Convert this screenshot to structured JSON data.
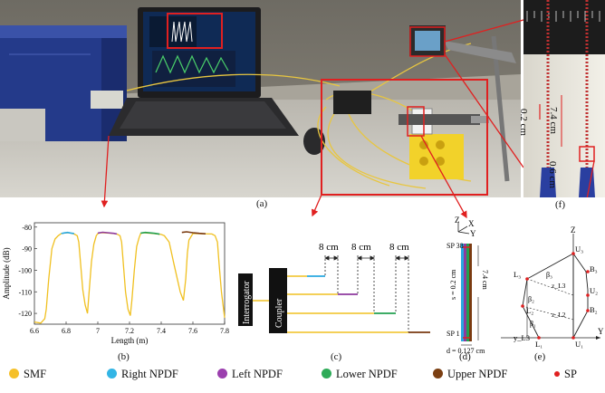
{
  "panel_labels": {
    "a": "(a)",
    "b": "(b)",
    "c": "(c)",
    "d": "(d)",
    "e": "(e)",
    "f": "(f)"
  },
  "photo_f": {
    "len_74": "7.4 cm",
    "len_02": "0.2 cm",
    "len_06": "0.6 cm"
  },
  "chart_data": {
    "type": "line",
    "xlabel": "Length (m)",
    "ylabel": "Amplitude (dB)",
    "xlim": [
      6.6,
      7.8
    ],
    "ylim": [
      -125,
      -78
    ],
    "xticks": [
      "6.6",
      "6.8",
      "7",
      "7.2",
      "7.4",
      "7.6",
      "7.8"
    ],
    "yticks": [
      "-80",
      "-90",
      "-100",
      "-110",
      "-120"
    ],
    "series": [
      {
        "name": "SMF",
        "color": "#f0c020",
        "x": [
          6.6,
          6.64,
          6.665,
          6.675,
          6.69,
          6.71,
          6.73,
          6.75,
          6.77,
          6.79,
          6.81,
          6.83,
          6.85,
          6.87,
          6.88,
          6.89,
          6.905,
          6.92,
          6.935,
          6.945,
          6.96,
          6.975,
          6.99,
          7.0,
          7.01,
          7.02,
          7.06,
          7.1,
          7.12,
          7.14,
          7.15,
          7.16,
          7.175,
          7.19,
          7.205,
          7.215,
          7.23,
          7.245,
          7.26,
          7.27,
          7.28,
          7.29,
          7.31,
          7.35,
          7.4,
          7.42,
          7.45,
          7.48,
          7.52,
          7.54,
          7.555,
          7.565,
          7.575,
          7.6,
          7.72,
          7.74,
          7.755,
          7.765,
          7.78,
          7.8
        ],
        "y": [
          -124,
          -124.5,
          -122.5,
          -118,
          -104,
          -90,
          -85.5,
          -84,
          -83,
          -82.8,
          -82.6,
          -82.8,
          -83.2,
          -84,
          -87,
          -96,
          -109,
          -116,
          -120,
          -110,
          -96,
          -88,
          -84,
          -83,
          -82.8,
          -82.6,
          -82.8,
          -83,
          -83.2,
          -84,
          -87,
          -96,
          -110,
          -118,
          -121,
          -114,
          -100,
          -89,
          -85,
          -83,
          -82.8,
          -82.6,
          -82.8,
          -83,
          -83.4,
          -84,
          -87,
          -97,
          -110,
          -114,
          -104,
          -92,
          -86,
          -83,
          -83.2,
          -84,
          -87,
          -97,
          -110,
          -122
        ]
      },
      {
        "name": "Right NPDF",
        "color": "#29a8e0",
        "x": [
          6.77,
          6.79,
          6.81,
          6.83,
          6.85
        ],
        "y": [
          -83,
          -82.7,
          -82.5,
          -82.8,
          -83
        ]
      },
      {
        "name": "Left NPDF",
        "color": "#8e3a9e",
        "x": [
          7.0,
          7.03,
          7.06,
          7.1,
          7.12
        ],
        "y": [
          -82.8,
          -82.4,
          -82.6,
          -82.9,
          -83.2
        ]
      },
      {
        "name": "Lower NPDF",
        "color": "#22a050",
        "x": [
          7.27,
          7.3,
          7.33,
          7.36,
          7.39
        ],
        "y": [
          -82.8,
          -82.5,
          -82.7,
          -82.9,
          -83.3
        ]
      },
      {
        "name": "Upper NPDF",
        "color": "#7a3a10",
        "x": [
          7.53,
          7.56,
          7.6,
          7.64,
          7.68
        ],
        "y": [
          -82.5,
          -82.2,
          -82.6,
          -82.9,
          -83.1
        ]
      }
    ]
  },
  "diagram_c": {
    "interrogator": "Interrogator",
    "coupler": "Coupler",
    "spacings": [
      "8 cm",
      "8 cm",
      "8 cm"
    ]
  },
  "diagram_d": {
    "z": "Z",
    "x": "X",
    "y": "Y",
    "sp38": "SP 38",
    "sp1": "SP 1",
    "s": "s = 0.2 cm",
    "len": "7.4 cm",
    "d": "d = 0.127 cm"
  },
  "diagram_e": {
    "z": "Z",
    "y": "Y",
    "u3": "U₃",
    "b3": "B₃",
    "u2": "U₂",
    "b2": "B₂",
    "u1": "U₁",
    "l3": "L₃",
    "l2": "L₂",
    "l1": "L₁",
    "beta1": "β₁",
    "beta2": "β₂",
    "beta3": "β₃",
    "zl3": "z_L3",
    "zl2": "z_L2",
    "yl3": "y_L3"
  },
  "legend": [
    {
      "label": "SMF",
      "color": "#f5c02a"
    },
    {
      "label": "Right NPDF",
      "color": "#33b5e5"
    },
    {
      "label": "Left NPDF",
      "color": "#9b3fae"
    },
    {
      "label": "Lower NPDF",
      "color": "#2eab58"
    },
    {
      "label": "Upper NPDF",
      "color": "#7b3f12"
    },
    {
      "label": "SP",
      "color": "#e02020",
      "small": true
    }
  ]
}
